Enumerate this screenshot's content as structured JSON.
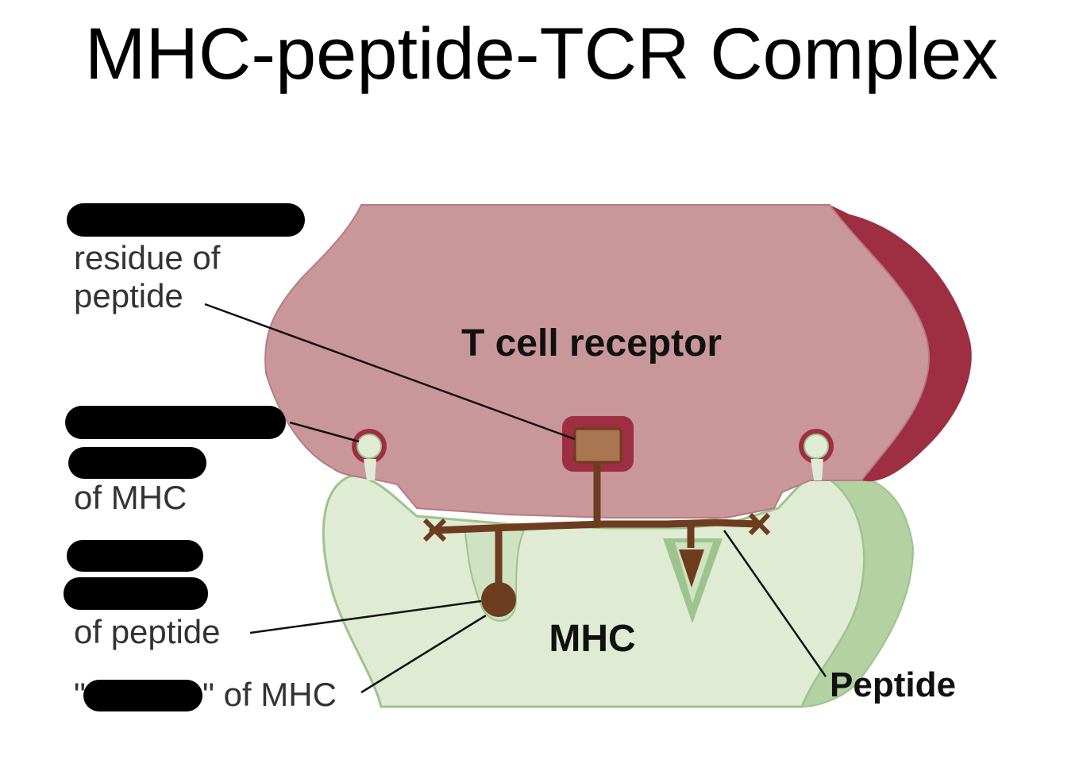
{
  "title": "MHC-peptide-TCR Complex",
  "structures": {
    "tcr": "T cell receptor",
    "mhc": "MHC",
    "peptide": "Peptide"
  },
  "callouts": {
    "c1_line1": "residue of",
    "c1_line2": "peptide",
    "c2_line1": "of MHC",
    "c3_line1": "of peptide",
    "c4_quote_open": "\"",
    "c4_tail": "\" of MHC"
  },
  "colors": {
    "tcr_fill": "#c9979a",
    "tcr_edge": "#9e2e41",
    "mhc_fill": "#e0ebd4",
    "mhc_edge": "#9cc48c",
    "peptide": "#6e3c1e",
    "redaction": "#000000"
  }
}
